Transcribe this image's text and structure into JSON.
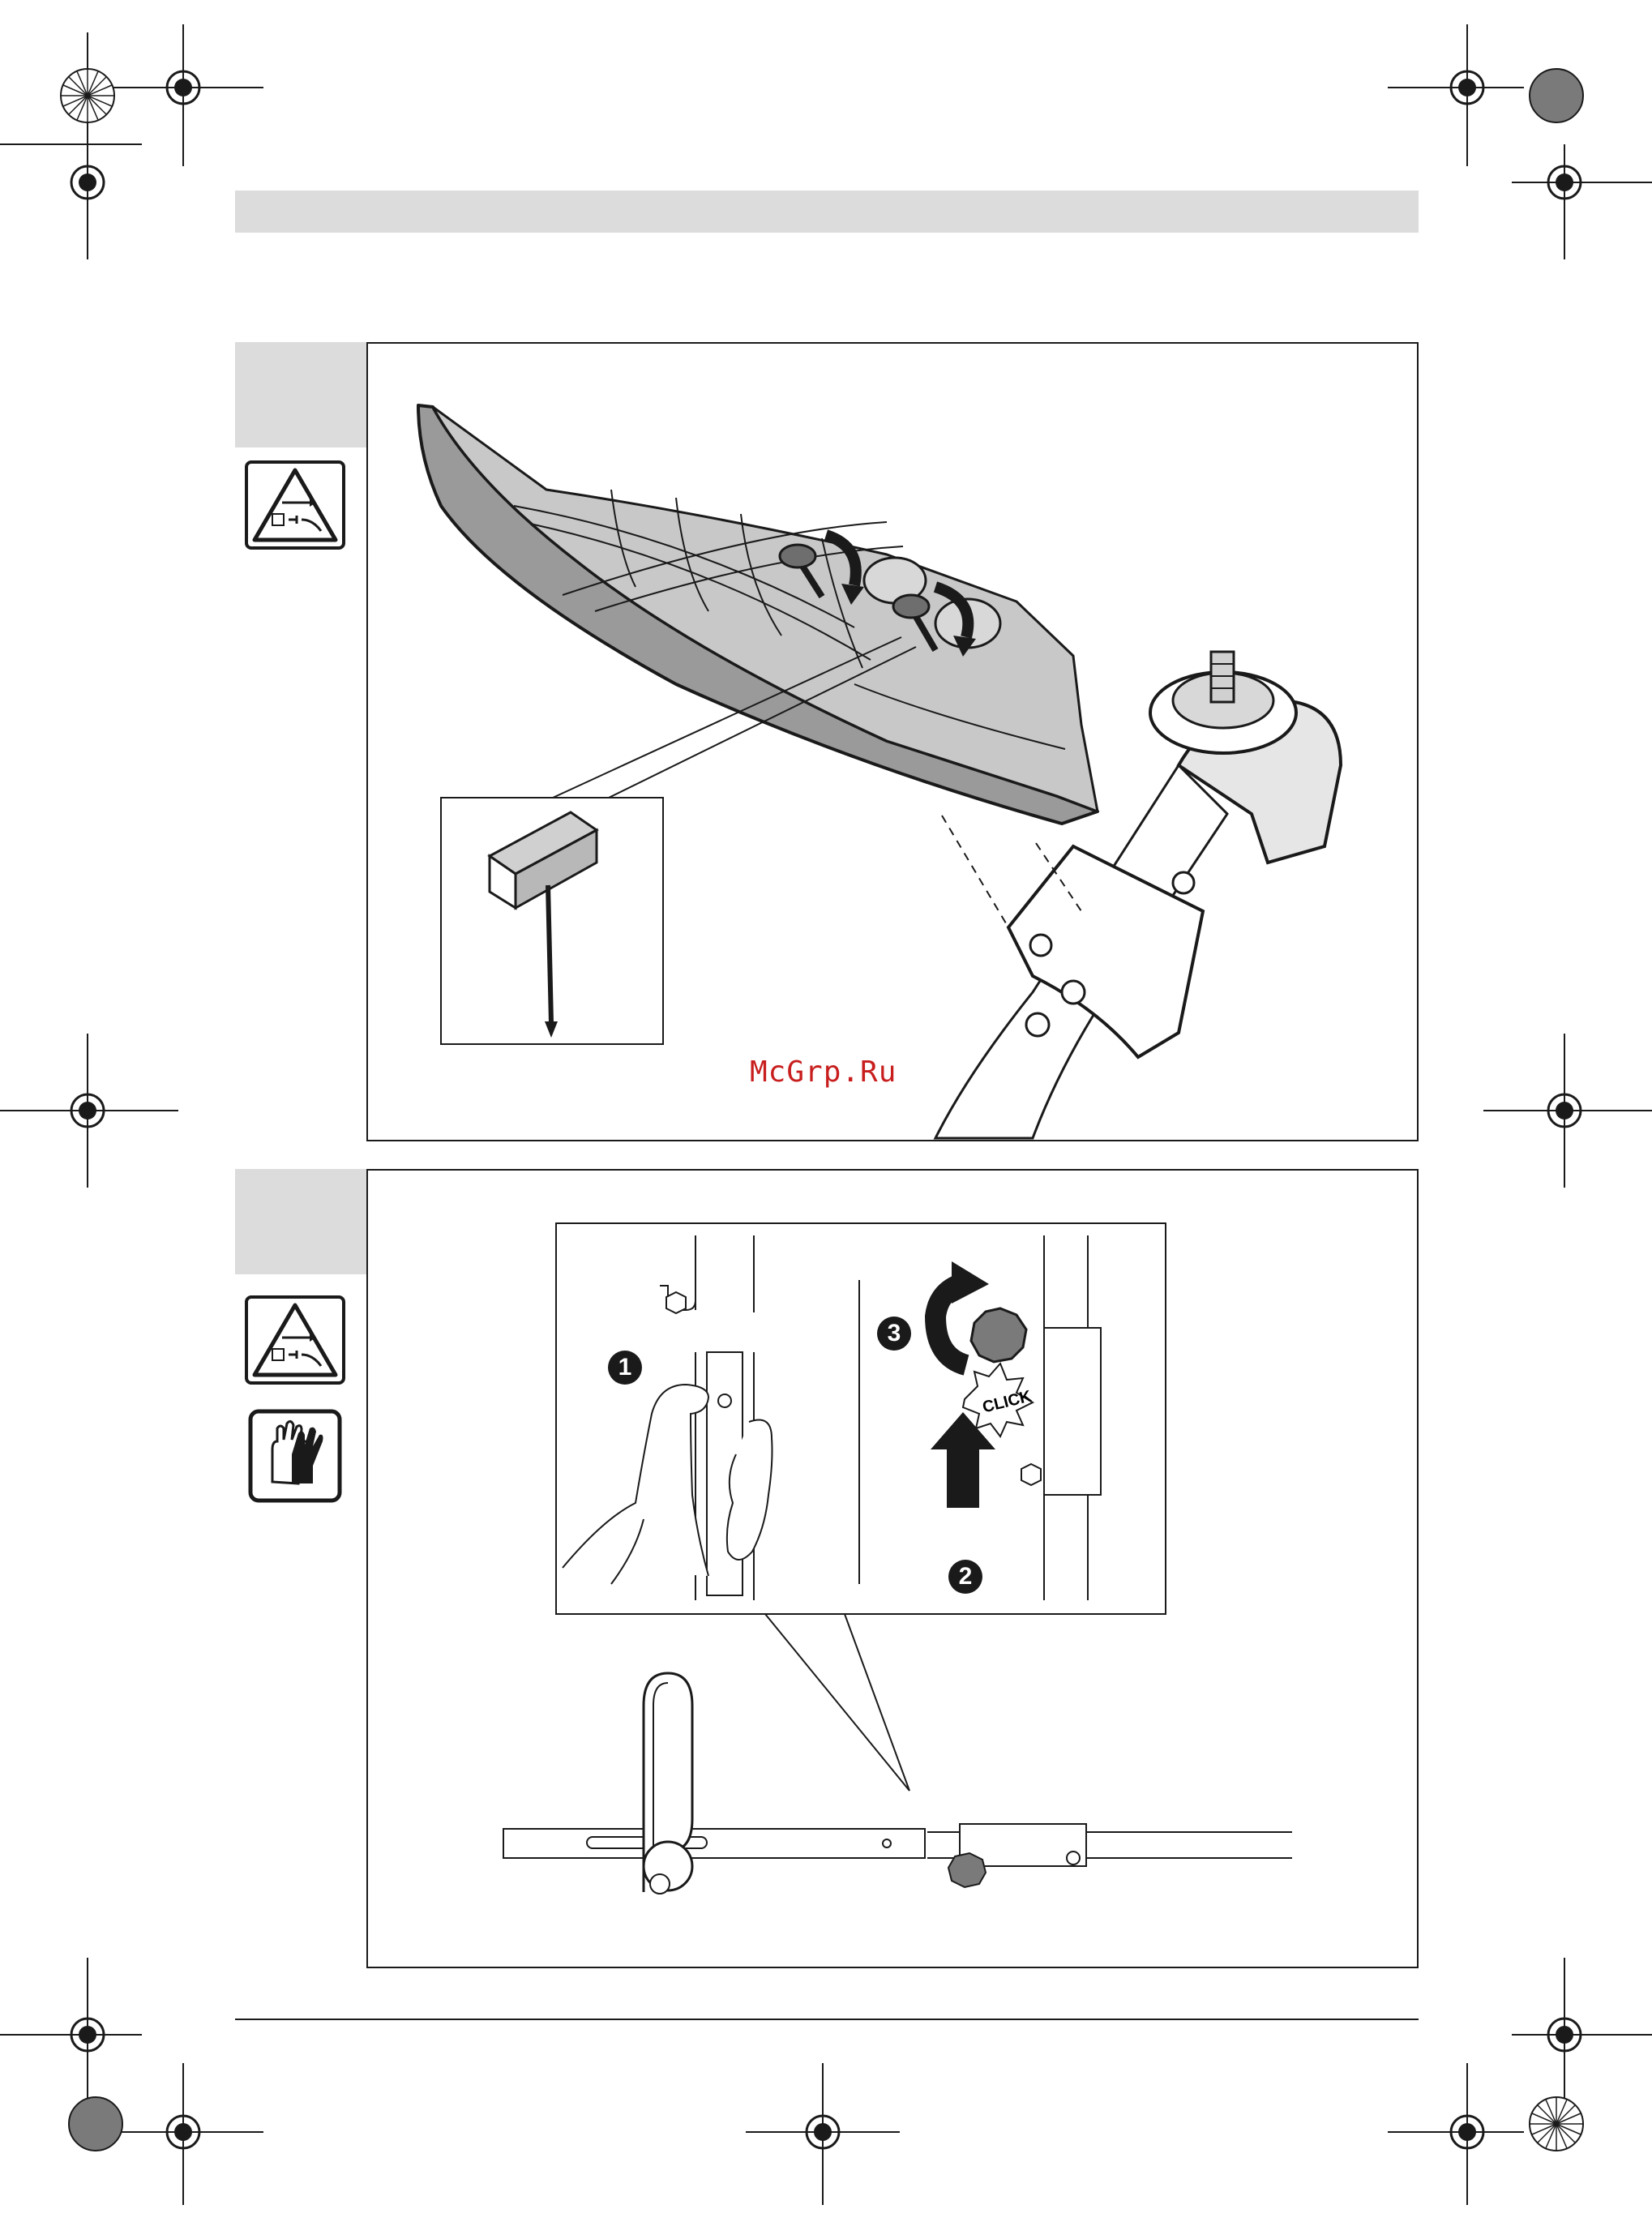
{
  "watermark": "McGrp.Ru",
  "figure2": {
    "click_label": "CLICK",
    "steps": [
      "1",
      "2",
      "3"
    ]
  },
  "icons": [
    "registration-mark-icon",
    "unplug-warning-icon",
    "wear-gloves-icon",
    "screw-rotate-arrow-icon",
    "hex-key-icon",
    "upward-arrow-icon"
  ],
  "colors": {
    "tab_gray": "#dcdcdc",
    "guard_gray": "#9a9a9a",
    "line_black": "#1a1a1a",
    "watermark_red": "#c81e1e"
  }
}
